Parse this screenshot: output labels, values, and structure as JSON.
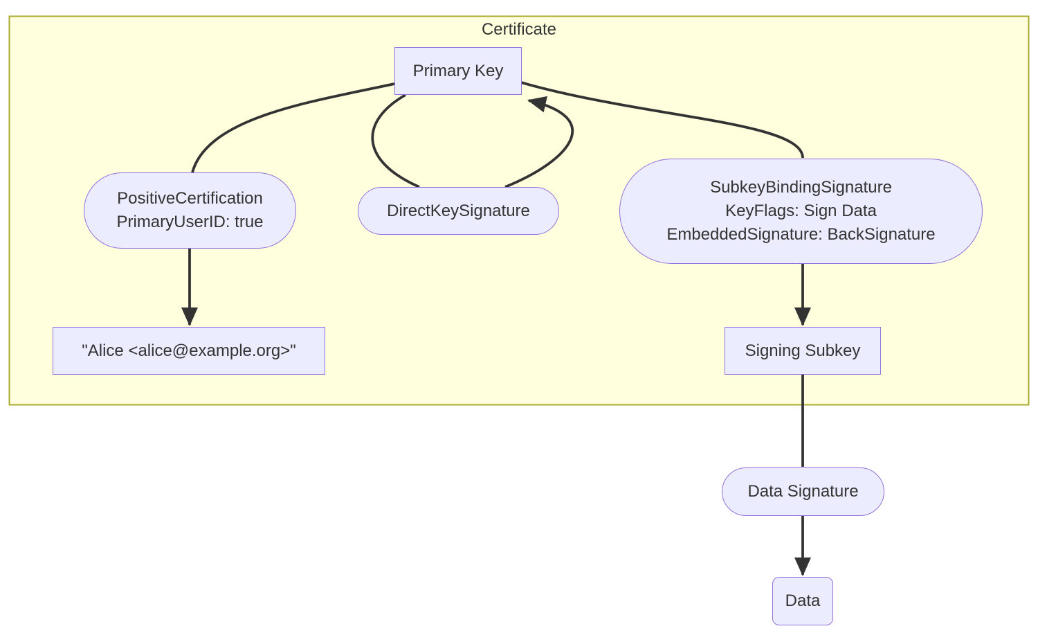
{
  "diagram": {
    "type": "flowchart",
    "subgraph": {
      "title": "Certificate"
    },
    "nodes": {
      "primary_key": {
        "label": "Primary Key",
        "shape": "rectangle"
      },
      "positive_certification": {
        "line1": "PositiveCertification",
        "line2": "PrimaryUserID: true",
        "shape": "stadium"
      },
      "direct_key_signature": {
        "label": "DirectKeySignature",
        "shape": "stadium"
      },
      "subkey_binding_signature": {
        "line1": "SubkeyBindingSignature",
        "line2": "KeyFlags: Sign Data",
        "line3": "EmbeddedSignature: BackSignature",
        "shape": "stadium"
      },
      "user_id": {
        "label": "\"Alice <alice@example.org>\"",
        "shape": "rectangle"
      },
      "signing_subkey": {
        "label": "Signing Subkey",
        "shape": "rectangle"
      },
      "data_signature": {
        "label": "Data Signature",
        "shape": "stadium"
      },
      "data": {
        "label": "Data",
        "shape": "rounded-rectangle"
      }
    },
    "edges": [
      {
        "from": "primary_key",
        "to": "positive_certification",
        "arrow": false
      },
      {
        "from": "positive_certification",
        "to": "user_id",
        "arrow": true
      },
      {
        "from": "primary_key",
        "to": "direct_key_signature",
        "arrow": false
      },
      {
        "from": "direct_key_signature",
        "to": "primary_key",
        "arrow": true
      },
      {
        "from": "primary_key",
        "to": "subkey_binding_signature",
        "arrow": false
      },
      {
        "from": "subkey_binding_signature",
        "to": "signing_subkey",
        "arrow": true
      },
      {
        "from": "signing_subkey",
        "to": "data_signature",
        "arrow": false
      },
      {
        "from": "data_signature",
        "to": "data",
        "arrow": true
      }
    ],
    "colors": {
      "node_fill": "#ECECFF",
      "node_border": "#9370DB",
      "subgraph_fill": "#FFFFDE",
      "subgraph_border": "#AAAA33",
      "edge": "#333333",
      "text": "#333333",
      "background": "#FFFFFF"
    }
  }
}
